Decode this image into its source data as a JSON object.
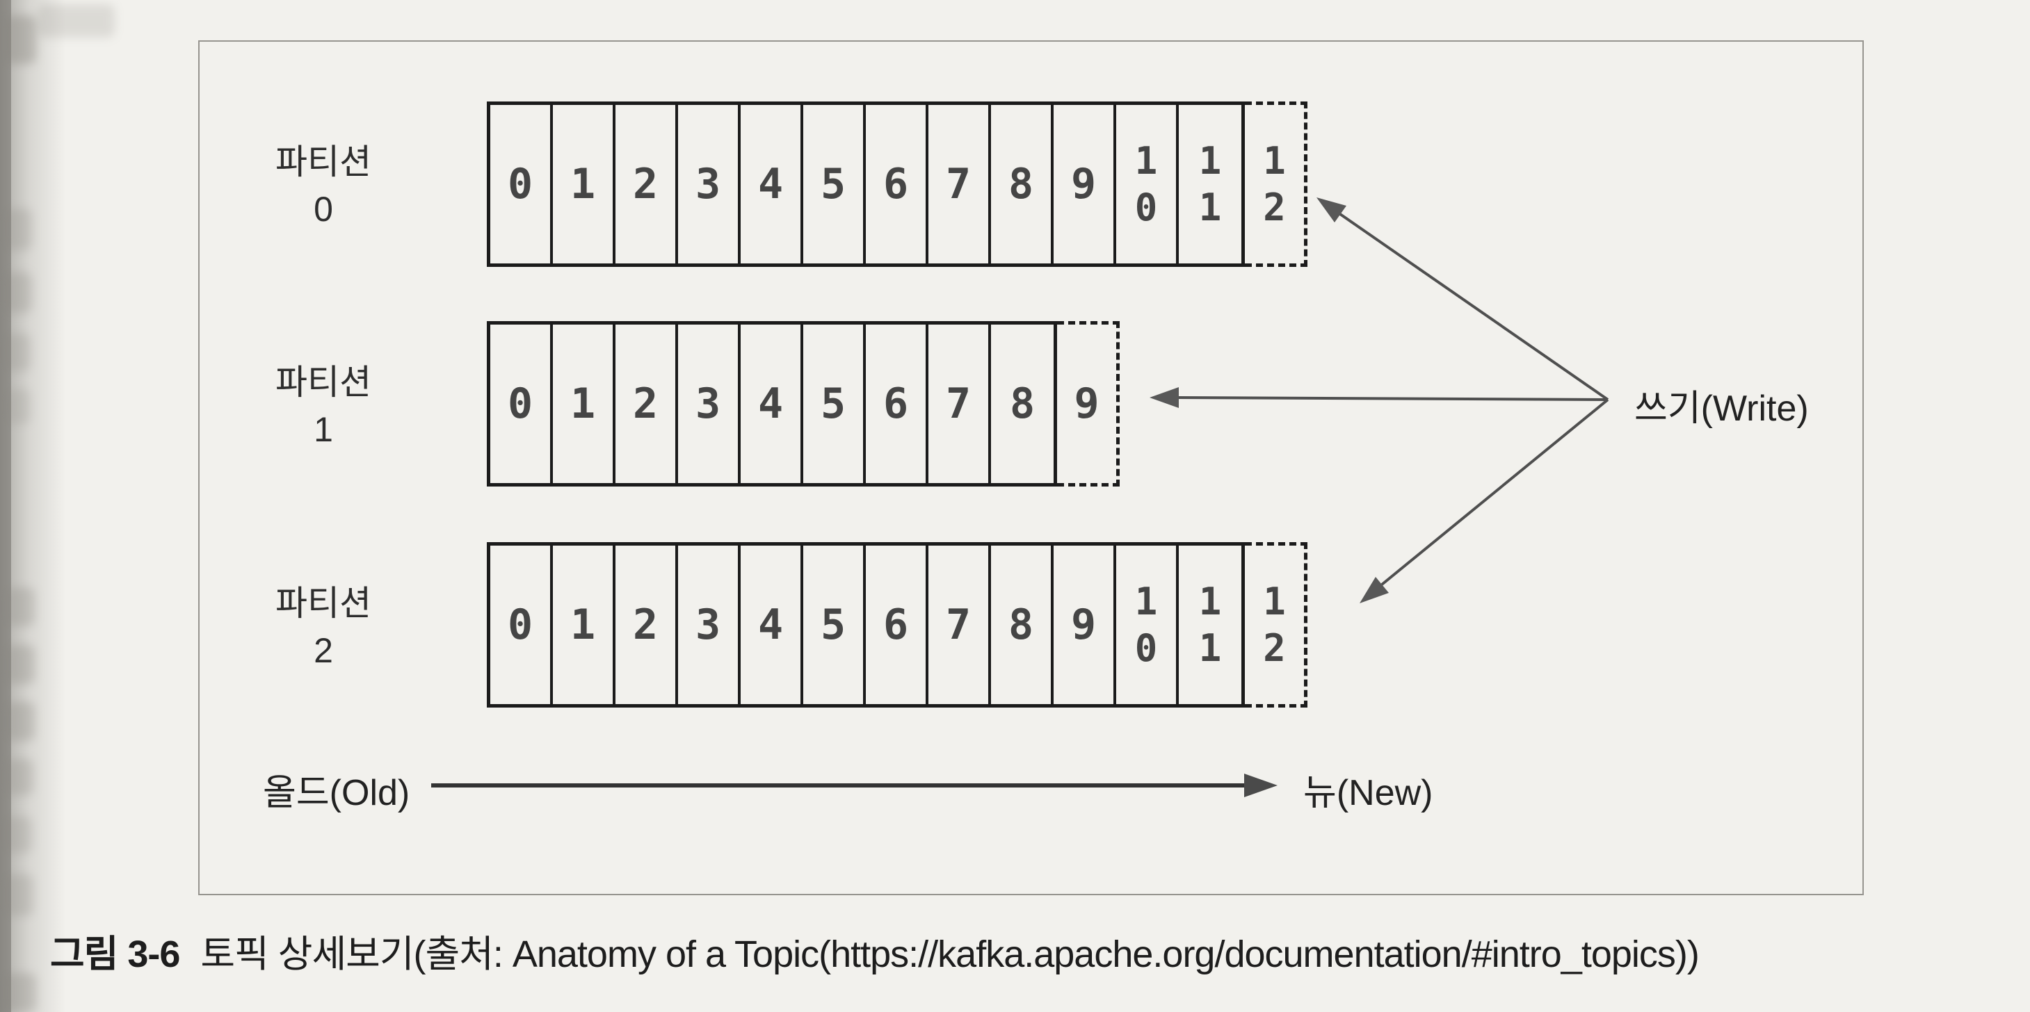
{
  "figure": {
    "partitions": [
      {
        "name": "파티션",
        "number": "0",
        "offsets": [
          "0",
          "1",
          "2",
          "3",
          "4",
          "5",
          "6",
          "7",
          "8",
          "9",
          "10",
          "11"
        ],
        "next_offset": "12"
      },
      {
        "name": "파티션",
        "number": "1",
        "offsets": [
          "0",
          "1",
          "2",
          "3",
          "4",
          "5",
          "6",
          "7",
          "8"
        ],
        "next_offset": "9"
      },
      {
        "name": "파티션",
        "number": "2",
        "offsets": [
          "0",
          "1",
          "2",
          "3",
          "4",
          "5",
          "6",
          "7",
          "8",
          "9",
          "10",
          "11"
        ],
        "next_offset": "12"
      }
    ],
    "write_label": "쓰기(Write)",
    "old_label": "올드(Old)",
    "new_label": "뉴(New)"
  },
  "caption": {
    "prefix": "그림 3-6",
    "text": "토픽 상세보기(출처: Anatomy of a Topic(https://kafka.apache.org/documentation/#intro_topics))"
  },
  "colors": {
    "paper": "#f2f1ed",
    "ink": "#1b1b1b",
    "arrow": "#4f4f4f",
    "box_border": "#96948f"
  }
}
